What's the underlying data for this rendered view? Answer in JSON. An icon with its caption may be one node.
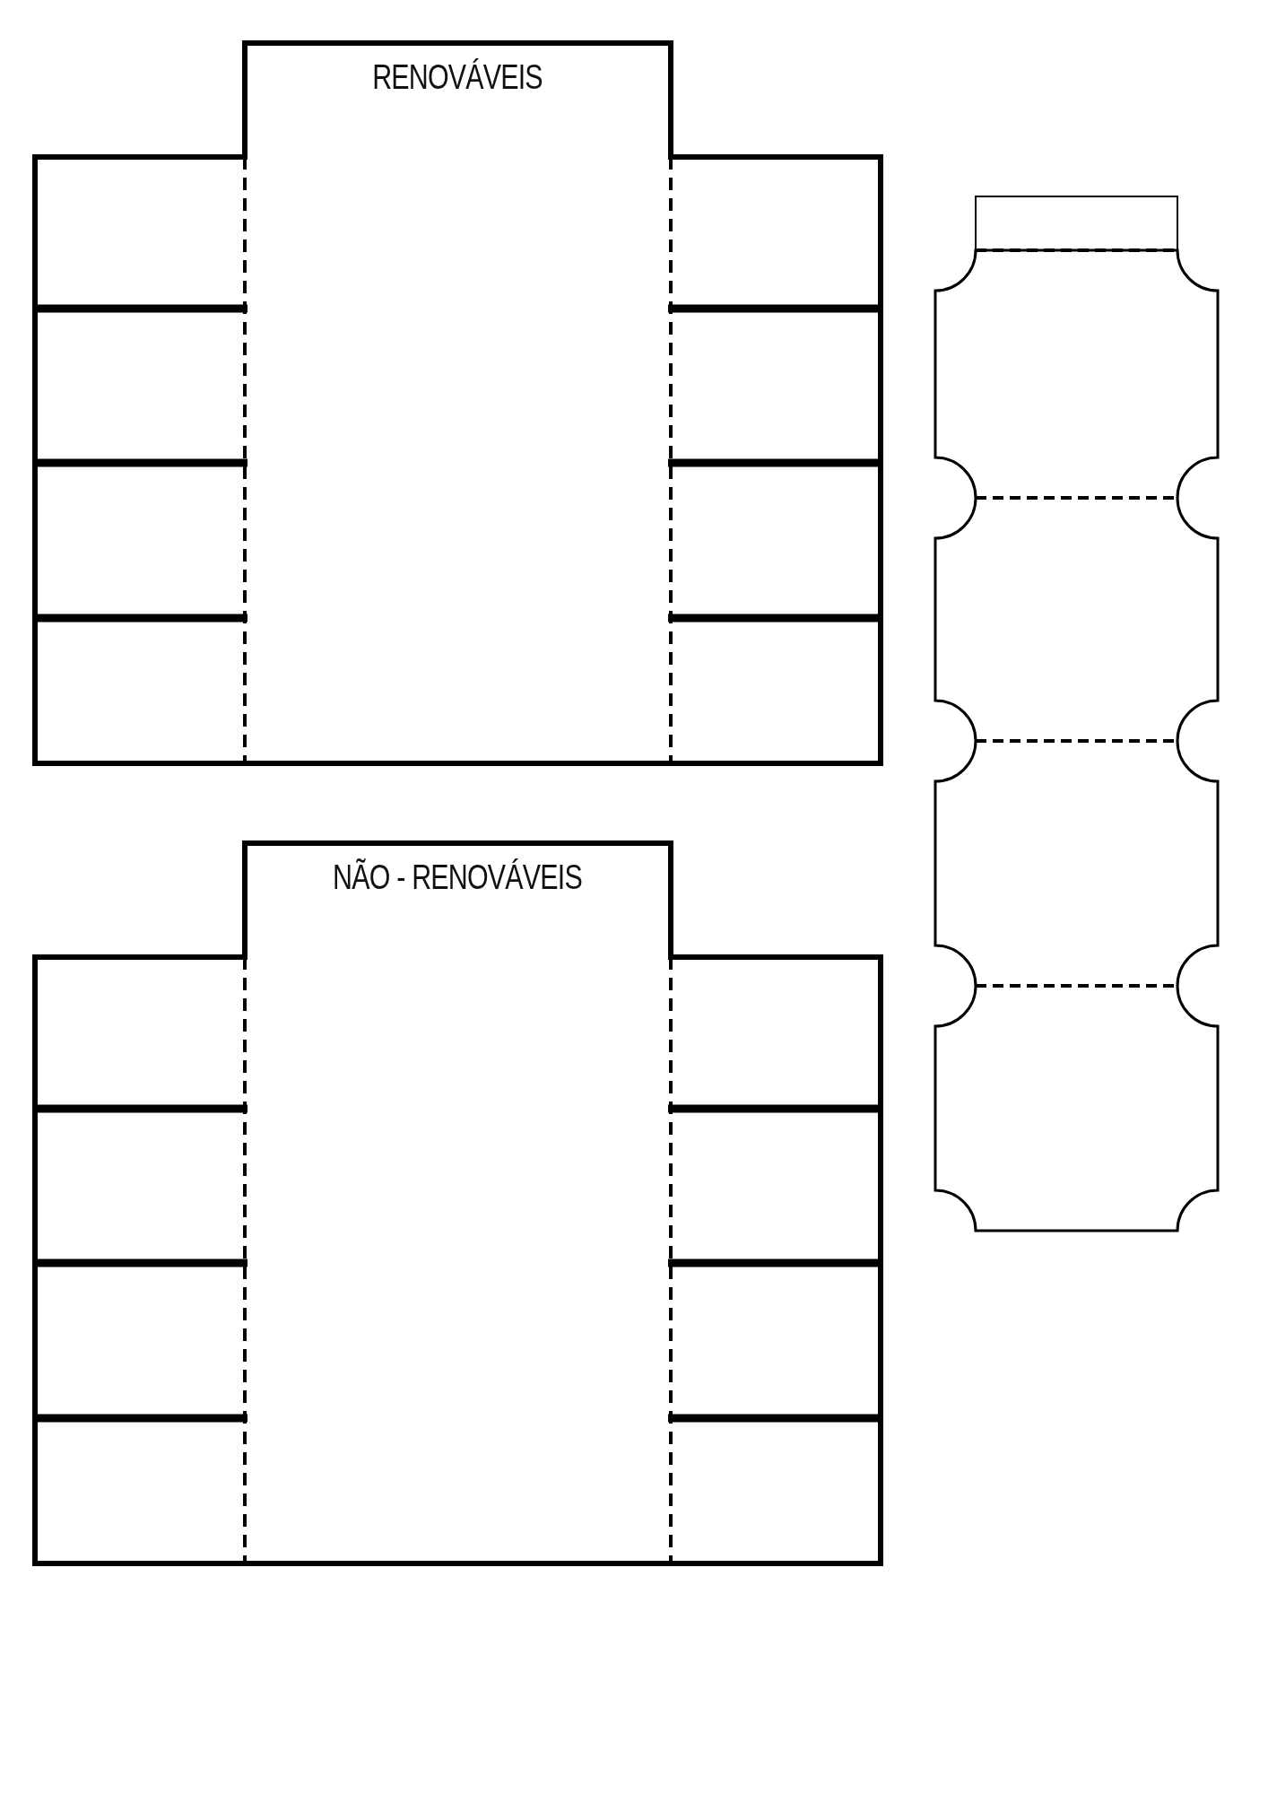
{
  "diagram": {
    "nodes": [
      {
        "text": [
          "RENOVÁVEIS"
        ]
      },
      {
        "text": [
          "NÃO - RENOVÁVEIS"
        ]
      },
      {
        "text": [],
        "shape": "box"
      }
    ]
  }
}
